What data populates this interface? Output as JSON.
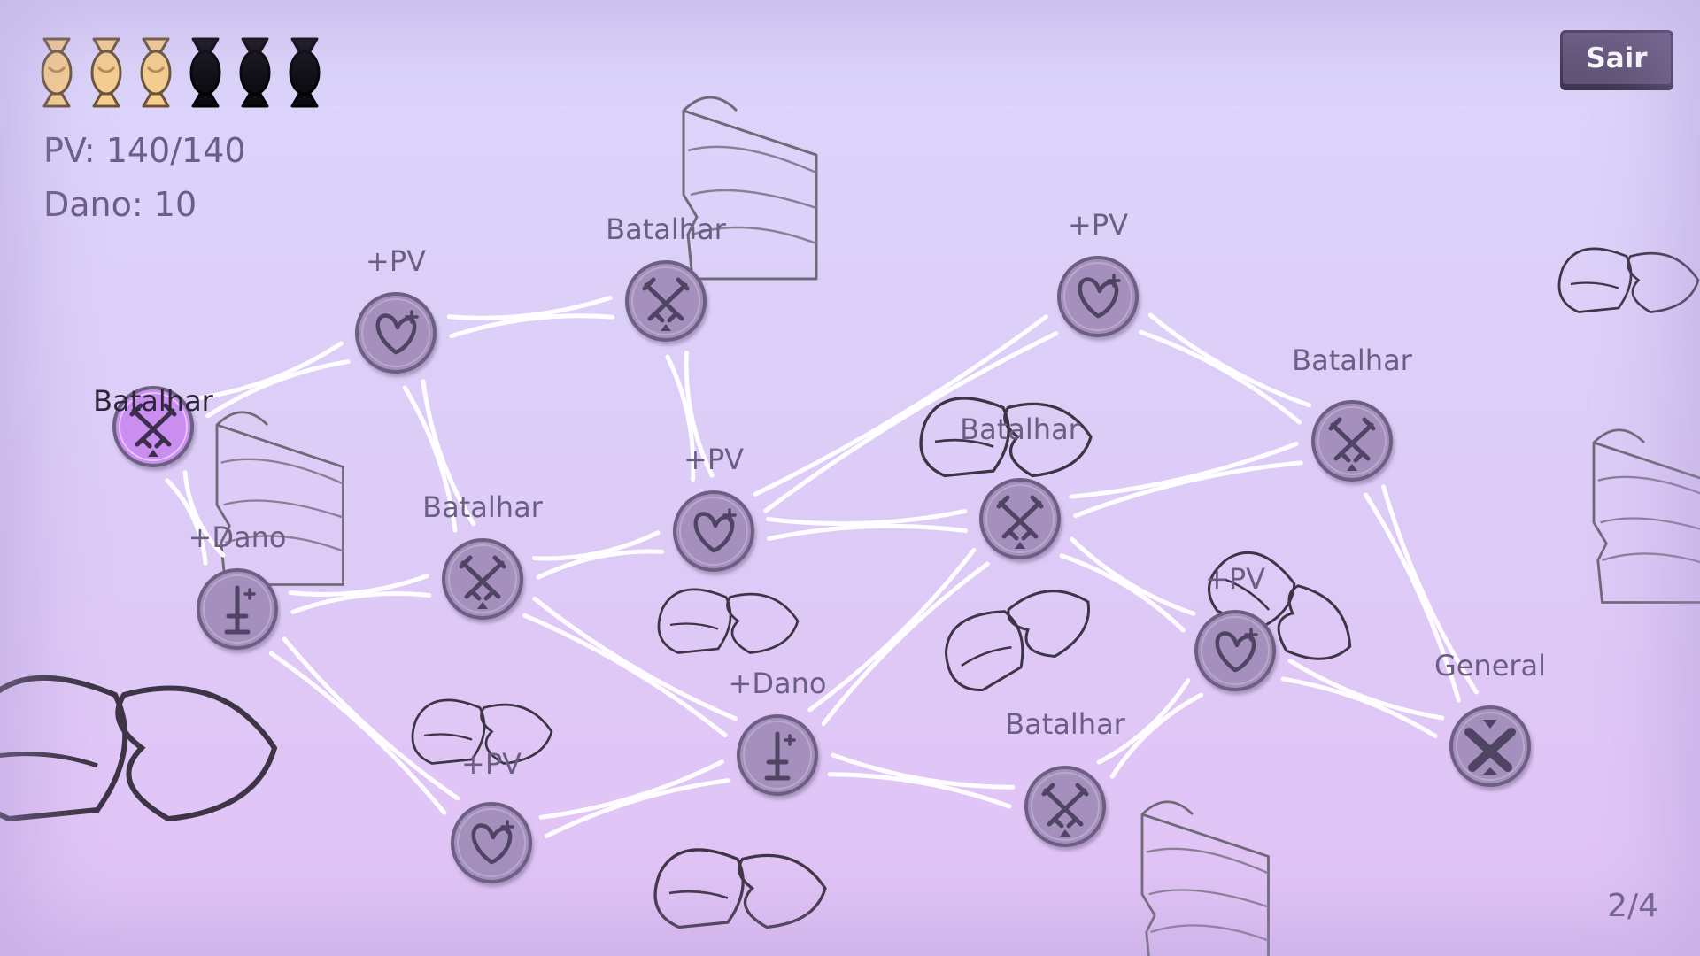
{
  "hud": {
    "candies_filled": 3,
    "candies_total": 6,
    "hp_text": "PV: 140/140",
    "damage_text": "Dano: 10"
  },
  "exit_button": {
    "label": "Sair"
  },
  "page_indicator": "2/4",
  "colors": {
    "node_fill": "#a48fbd",
    "node_active": "#c98ef0",
    "node_dark": "#6d5e82",
    "icon": "#4f4464",
    "path": "#ffffff",
    "candy_filled": "#f6cf8e",
    "candy_empty": "#0c0a10"
  },
  "map": {
    "nodes": [
      {
        "id": "n1",
        "label": "Batalhar",
        "type": "battle",
        "active": true
      },
      {
        "id": "n2",
        "label": "+PV",
        "type": "heal"
      },
      {
        "id": "n3",
        "label": "+Dano",
        "type": "damage"
      },
      {
        "id": "n4",
        "label": "Batalhar",
        "type": "battle"
      },
      {
        "id": "n5",
        "label": "+PV",
        "type": "heal"
      },
      {
        "id": "n6",
        "label": "Batalhar",
        "type": "battle"
      },
      {
        "id": "n7",
        "label": "+PV",
        "type": "heal"
      },
      {
        "id": "n8",
        "label": "+Dano",
        "type": "damage"
      },
      {
        "id": "n9",
        "label": "+PV",
        "type": "heal"
      },
      {
        "id": "n10",
        "label": "Batalhar",
        "type": "battle"
      },
      {
        "id": "n11",
        "label": "Batalhar",
        "type": "battle"
      },
      {
        "id": "n12",
        "label": "Batalhar",
        "type": "battle"
      },
      {
        "id": "n13",
        "label": "+PV",
        "type": "heal"
      },
      {
        "id": "n14",
        "label": "General",
        "type": "boss"
      }
    ]
  }
}
